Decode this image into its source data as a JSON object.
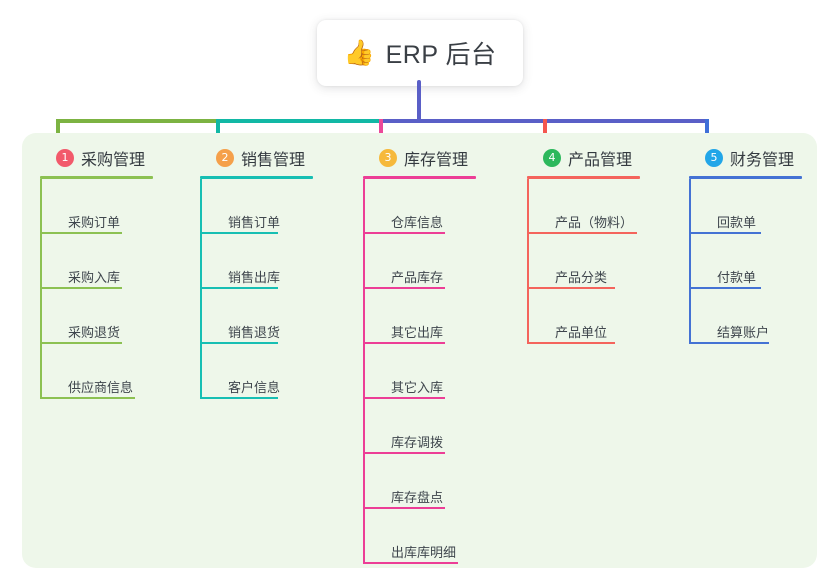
{
  "title": {
    "icon": "thumbs-up-icon",
    "icon_glyph": "👍",
    "text": "ERP 后台"
  },
  "theme": {
    "panel_bg": "#eef7ea",
    "page_bg": "#ffffff",
    "stem_color": "#5a5fc7",
    "text_color": "#3f464d"
  },
  "connector": {
    "segments": [
      {
        "name": "segment-green",
        "color": "#7cb342"
      },
      {
        "name": "segment-teal",
        "color": "#12b8a5"
      },
      {
        "name": "segment-blue",
        "color": "#5a5fc7"
      }
    ],
    "drops": [
      "#7cb342",
      "#12b8a5",
      "#ec4899",
      "#f4574f",
      "#3f6fd8"
    ]
  },
  "columns": [
    {
      "number": "1",
      "label": "采购管理",
      "badge_color": "#f25a6b",
      "line_color": "#8cc152",
      "rule_width": 113,
      "items": [
        {
          "label": "采购订单",
          "rule_width": 82
        },
        {
          "label": "采购入库",
          "rule_width": 82
        },
        {
          "label": "采购退货",
          "rule_width": 82
        },
        {
          "label": "供应商信息",
          "rule_width": 95
        }
      ]
    },
    {
      "number": "2",
      "label": "销售管理",
      "badge_color": "#f5a04a",
      "line_color": "#17bfb3",
      "rule_width": 113,
      "items": [
        {
          "label": "销售订单",
          "rule_width": 78
        },
        {
          "label": "销售出库",
          "rule_width": 78
        },
        {
          "label": "销售退货",
          "rule_width": 78
        },
        {
          "label": "客户信息",
          "rule_width": 78
        }
      ]
    },
    {
      "number": "3",
      "label": "库存管理",
      "badge_color": "#f6b93b",
      "line_color": "#ec3e96",
      "rule_width": 113,
      "items": [
        {
          "label": "仓库信息",
          "rule_width": 82
        },
        {
          "label": "产品库存",
          "rule_width": 82
        },
        {
          "label": "其它出库",
          "rule_width": 82
        },
        {
          "label": "其它入库",
          "rule_width": 82
        },
        {
          "label": "库存调拨",
          "rule_width": 82
        },
        {
          "label": "库存盘点",
          "rule_width": 82
        },
        {
          "label": "出库库明细",
          "rule_width": 95
        }
      ]
    },
    {
      "number": "4",
      "label": "产品管理",
      "badge_color": "#2cb85c",
      "line_color": "#f4645c",
      "rule_width": 113,
      "items": [
        {
          "label": "产品（物料）",
          "rule_width": 110
        },
        {
          "label": "产品分类",
          "rule_width": 88
        },
        {
          "label": "产品单位",
          "rule_width": 88
        }
      ]
    },
    {
      "number": "5",
      "label": "财务管理",
      "badge_color": "#22a6e8",
      "line_color": "#4472d4",
      "rule_width": 113,
      "items": [
        {
          "label": "回款单",
          "rule_width": 72
        },
        {
          "label": "付款单",
          "rule_width": 72
        },
        {
          "label": "结算账户",
          "rule_width": 80
        }
      ]
    }
  ]
}
